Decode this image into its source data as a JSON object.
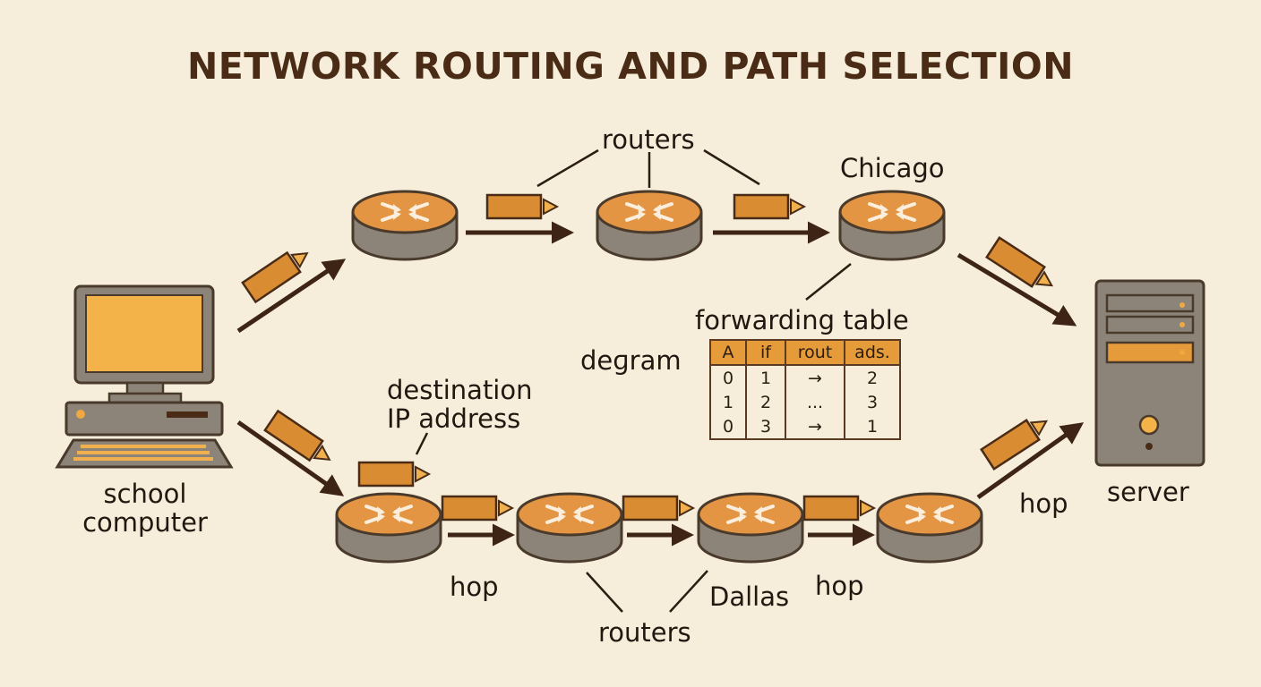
{
  "title": "NETWORK ROUTING AND PATH SELECTION",
  "labels": {
    "routers_top": "routers",
    "chicago": "Chicago",
    "forwarding_table": "forwarding table",
    "datagram": "deɡram",
    "destination_line1": "destination",
    "destination_line2": "IP address",
    "school_line1": "school",
    "school_line2": "computer",
    "server": "server",
    "hop_right": "hop",
    "hop_left": "hop",
    "hop_middle": "hop",
    "dallas": "Dallas",
    "routers_bottom": "routers"
  },
  "table": {
    "headers": [
      "A",
      "if",
      "rout",
      "ads."
    ],
    "rows": [
      [
        "0",
        "1",
        "→",
        "2"
      ],
      [
        "1",
        "2",
        "...",
        "3"
      ],
      [
        "0",
        "3",
        "→",
        "1"
      ]
    ]
  },
  "colors": {
    "background": "#f6eedb",
    "accent_orange": "#e69b3a",
    "dark_brown": "#4a2c16",
    "router_body": "#8c8478"
  },
  "icons": [
    "computer-icon",
    "router-icon",
    "server-icon",
    "packet-icon",
    "arrow-icon"
  ]
}
